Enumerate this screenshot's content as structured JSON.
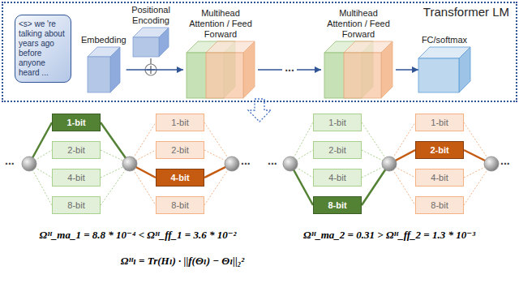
{
  "diagram": {
    "nodes": [
      {
        "text": [
          "Transformer LM"
        ]
      },
      {
        "text": [
          "<s> we 're talking about years ago before anyone heard ..."
        ],
        "in": 0
      },
      {
        "text": [
          "Embedding"
        ],
        "in": 0
      },
      {
        "text": [
          "Positional Encoding"
        ],
        "in": 0
      },
      {
        "text": [
          "Multihead Attention / Feed Forward"
        ],
        "in": 0
      },
      {
        "text": [
          "Multihead Attention / Feed Forward"
        ],
        "in": 0
      },
      {
        "text": [
          "FC/softmax"
        ],
        "in": 0
      },
      {
        "text": [
          "1-bit"
        ]
      },
      {
        "text": [
          "2-bit"
        ]
      },
      {
        "text": [
          "4-bit"
        ]
      },
      {
        "text": [
          "8-bit"
        ]
      },
      {
        "text": [
          "1-bit"
        ]
      },
      {
        "text": [
          "2-bit"
        ]
      },
      {
        "text": [
          "4-bit"
        ]
      },
      {
        "text": [
          "8-bit"
        ]
      },
      {
        "text": [
          "1-bit"
        ]
      },
      {
        "text": [
          "2-bit"
        ]
      },
      {
        "text": [
          "4-bit"
        ]
      },
      {
        "text": [
          "8-bit"
        ]
      },
      {
        "text": [
          "1-bit"
        ]
      },
      {
        "text": [
          "2-bit"
        ]
      },
      {
        "text": [
          "4-bit"
        ]
      },
      {
        "text": [
          "8-bit"
        ]
      }
    ],
    "edges": [
      {
        "from": 2,
        "to": 4,
        "arrow": "to"
      },
      {
        "from": 4,
        "to": 5,
        "label": "...",
        "arrow": "to"
      },
      {
        "from": 5,
        "to": 6,
        "arrow": "to"
      }
    ],
    "labels": [
      "...",
      "...",
      "...",
      "...",
      "Ωᴴ_ma_1 = 8.8 * 10⁻⁴ < Ωᴴ_ff_1 = 3.6 * 10⁻²",
      "Ωᴴ_ma_2 = 0.31 > Ωᴴ_ff_2 = 1.3 * 10⁻³",
      "Ωᴴₗ = Tr(Hₗ) · ||f(Θₗ) − Θₗ||₂²"
    ]
  }
}
